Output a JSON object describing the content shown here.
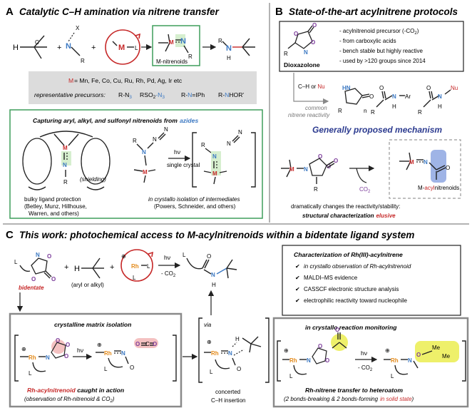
{
  "panels": {
    "a": {
      "label": "A",
      "title": "Catalytic C–H amination via nitrene transfer",
      "metals_prefix": "M",
      "metals_list": " = Mn, Fe, Co, Cu, Ru, Rh, Pd, Ag, Ir etc",
      "precursors_label": "representative precursors:",
      "precursor_1": "R-N",
      "precursor_1_sub": "3",
      "precursor_2": "RSO",
      "precursor_2b": "2",
      "precursor_2c": "-N",
      "precursor_2_sub": "3",
      "precursor_3a": "R-",
      "precursor_3b": "N",
      "precursor_3c": "=IPh",
      "precursor_4a": "R-",
      "precursor_4b": "N",
      "precursor_4c": "HOR'",
      "m_nitrenoids": "M-nitrenoids",
      "sub_title_a": "Capturing aryl, alkyl, and sulfonyl nitrenoids from",
      "sub_title_b": "azides",
      "shielding": "(shielding)",
      "bulky_1": "bulky ligand protection",
      "bulky_2": "(Betley, Munz, Hillhouse,",
      "bulky_3": "Warren, and others)",
      "hv": "hν",
      "single_crystal": "single crystal",
      "crystallo_1": "in crystallo isolation of intermediates",
      "crystallo_2": "(Powers, Schneider, and others)"
    },
    "b": {
      "label": "B",
      "title": "State-of-the-art acylnitrene protocols",
      "dioxazolone": "Dioxazolone",
      "bullet_1a": "- acylnitrenoid precursor (-CO",
      "bullet_1b": "2",
      "bullet_1c": ")",
      "bullet_2": "- from carboxylic acids",
      "bullet_3": "- bench stable but highly reactive",
      "bullet_4": "- used by >120 groups since 2014",
      "ch_or": "C–H or",
      "nu": "Nu",
      "common_1": "common",
      "common_2": "nitrene reactivity",
      "mechanism_title": "Generally proposed mechanism",
      "co2": "CO",
      "co2_sub": "2",
      "m_acyl_a": "M-",
      "m_acyl_b": "acyl",
      "m_acyl_c": "nitrenoids",
      "dramatic": "dramatically changes the reactivity/stability:",
      "struct_a": "structural characterization",
      "struct_b": "elusive",
      "ar": "Ar",
      "n_sub": "n"
    },
    "c": {
      "label": "C",
      "title": "This work: photochemical access to M-acylnitrenoids within a bidentate ligand system",
      "bidentate": "bidentate",
      "aryl_alkyl": "(aryl or alkyl)",
      "hv": "hν",
      "minus_co2_a": "- CO",
      "minus_co2_b": "2",
      "char_title": "Characterization of Rh(III)-acylnitrene",
      "checks": [
        "in crystallo observation of Rh-acylnitrenoid",
        "MALDI–MS evidence",
        "CASSCF electronic structure analysis",
        "electrophilic reactivity toward nucleophile"
      ],
      "check_mark": "✔",
      "matrix_title": "crystalline matrix isolation",
      "caught_a": "Rh-acylnitrenoid",
      "caught_b": " caught in action",
      "observation": "(observation of Rh-nitrenoid & CO",
      "observation_sub": "2",
      "observation_end": ")",
      "via": "via",
      "concerted_1": "concerted",
      "concerted_2": "C–H insertion",
      "monitoring_title": "in crystallo reaction monitoring",
      "transfer_title": "Rh-nitrene transfer to heteroatom",
      "transfer_sub_a": "(2 bonds-breaking & 2 bonds-forming",
      "transfer_sub_b": "in solid state",
      "transfer_sub_c": ")",
      "me": "Me"
    }
  },
  "atoms": {
    "H": "H",
    "C": "C",
    "N": "N",
    "O": "O",
    "X": "X",
    "R": "R",
    "M": "M",
    "L": "L",
    "Rh": "Rh",
    "HN": "HN",
    "plus": "+",
    "circled_plus": "⊕"
  },
  "colors": {
    "red": "#c62828",
    "blue": "#3b78c2",
    "purple": "#7b3b9a",
    "orange": "#e38a1a",
    "navy": "#2b3a8f",
    "green_box": "#3f9e5c",
    "gray_box": "#dcdcdc",
    "dashed_gray": "#9a9a9a",
    "highlight_green": "#d6efcf",
    "highlight_blue": "#9fb4e6",
    "highlight_red": "#f4c1c1",
    "highlight_yellow": "#eef06a"
  }
}
